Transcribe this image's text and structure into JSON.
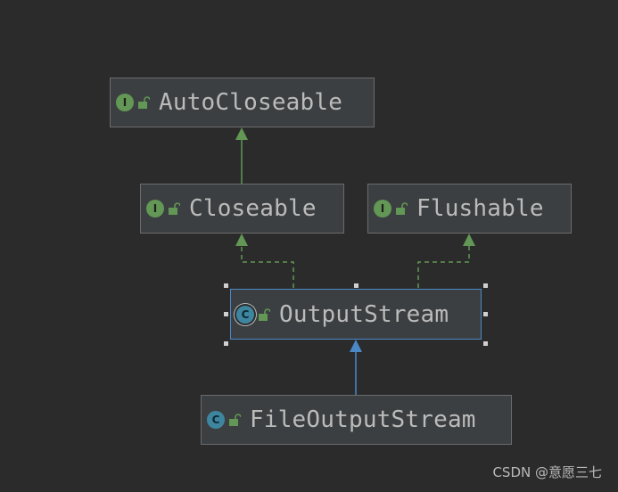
{
  "nodes": {
    "autocloseable": {
      "label": "AutoCloseable",
      "kind": "interface",
      "badge": "I"
    },
    "closeable": {
      "label": "Closeable",
      "kind": "interface",
      "badge": "I"
    },
    "flushable": {
      "label": "Flushable",
      "kind": "interface",
      "badge": "I"
    },
    "outputstream": {
      "label": "OutputStream",
      "kind": "class",
      "badge": "C",
      "selected": true
    },
    "fileoutputstream": {
      "label": "FileOutputStream",
      "kind": "class",
      "badge": "C"
    }
  },
  "edges": [
    {
      "from": "closeable",
      "to": "autocloseable",
      "type": "extends"
    },
    {
      "from": "outputstream",
      "to": "closeable",
      "type": "implements"
    },
    {
      "from": "outputstream",
      "to": "flushable",
      "type": "implements"
    },
    {
      "from": "fileoutputstream",
      "to": "outputstream",
      "type": "extends"
    }
  ],
  "colors": {
    "background": "#2b2b2b",
    "node_fill": "#3c3f41",
    "interface_badge": "#629755",
    "class_badge": "#3e86a0",
    "inherit_arrow": "#629755",
    "selected_arrow": "#4a88c7",
    "selection_border": "#4a88c7"
  },
  "watermark": "CSDN @意愿三七"
}
